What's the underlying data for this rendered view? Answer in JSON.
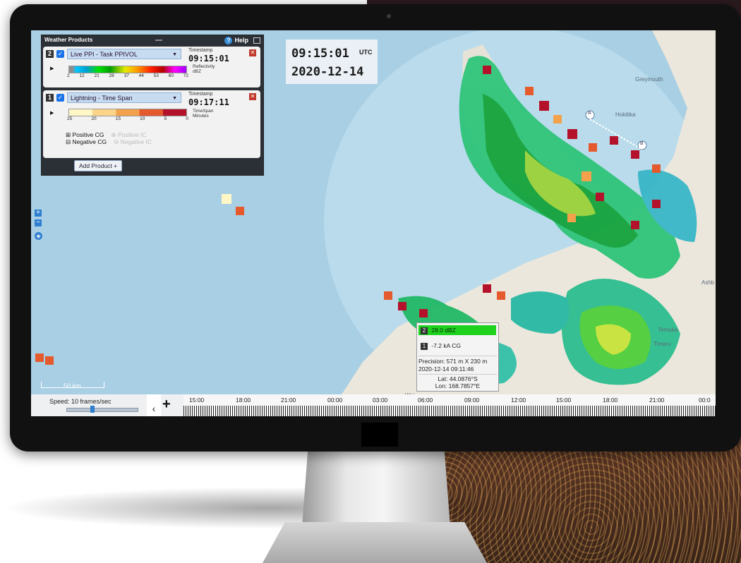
{
  "panel": {
    "title": "Weather Products",
    "help_label": "Help",
    "add_product_label": "Add Product +"
  },
  "products": [
    {
      "number": "2",
      "name": "Live PPI - Task PPIVOL",
      "timestamp_label": "Timestamp",
      "timestamp": "09:15:01",
      "scale_ticks": [
        "2",
        "12",
        "21",
        "28",
        "37",
        "44",
        "53",
        "60",
        "72"
      ],
      "unit_line1": "Reflectivity",
      "unit_line2": "dBZ"
    },
    {
      "number": "1",
      "name": "Lightning - Time Span",
      "timestamp_label": "Timestamp",
      "timestamp": "09:17:11",
      "scale_ticks": [
        "25",
        "20",
        "15",
        "10",
        "5",
        "0"
      ],
      "unit_line1": "TimeSpan",
      "unit_line2": "Minutes",
      "legend": {
        "positive_cg": "Positive CG",
        "negative_cg": "Negative CG",
        "positive_ic": "Positive IC",
        "negative_ic": "Negative IC"
      }
    }
  ],
  "time_display": {
    "time": "09:15:01",
    "utc": "UTC",
    "date": "2020-12-14"
  },
  "map": {
    "scale_label": "50 km",
    "places": [
      "Greymouth",
      "Hokitika",
      "Ashb",
      "Temuka",
      "Timaru",
      "Wai"
    ],
    "markers": [
      "A",
      "B"
    ]
  },
  "popup": {
    "refl_num": "2",
    "refl_value": "28.0 dBZ",
    "lightning_num": "1",
    "lightning_value": "-7.2 kA CG",
    "precision": "Precision: 571 m X 230 m",
    "datetime": "2020-12-14 09:11:46",
    "lat": "Lat: 44.0876°S",
    "lon": "Lon: 168.7857°E"
  },
  "timeline": {
    "speed_label": "Speed: 10 frames/sec",
    "labels": [
      "15:00",
      "18:00",
      "21:00",
      "00:00",
      "03:00",
      "06:00",
      "09:00",
      "12:00",
      "15:00",
      "18:00",
      "21:00",
      "00:0"
    ]
  },
  "colors": {
    "accent": "#2f7fd0",
    "close": "#c0392b",
    "checkbox": "#1a73e8"
  }
}
